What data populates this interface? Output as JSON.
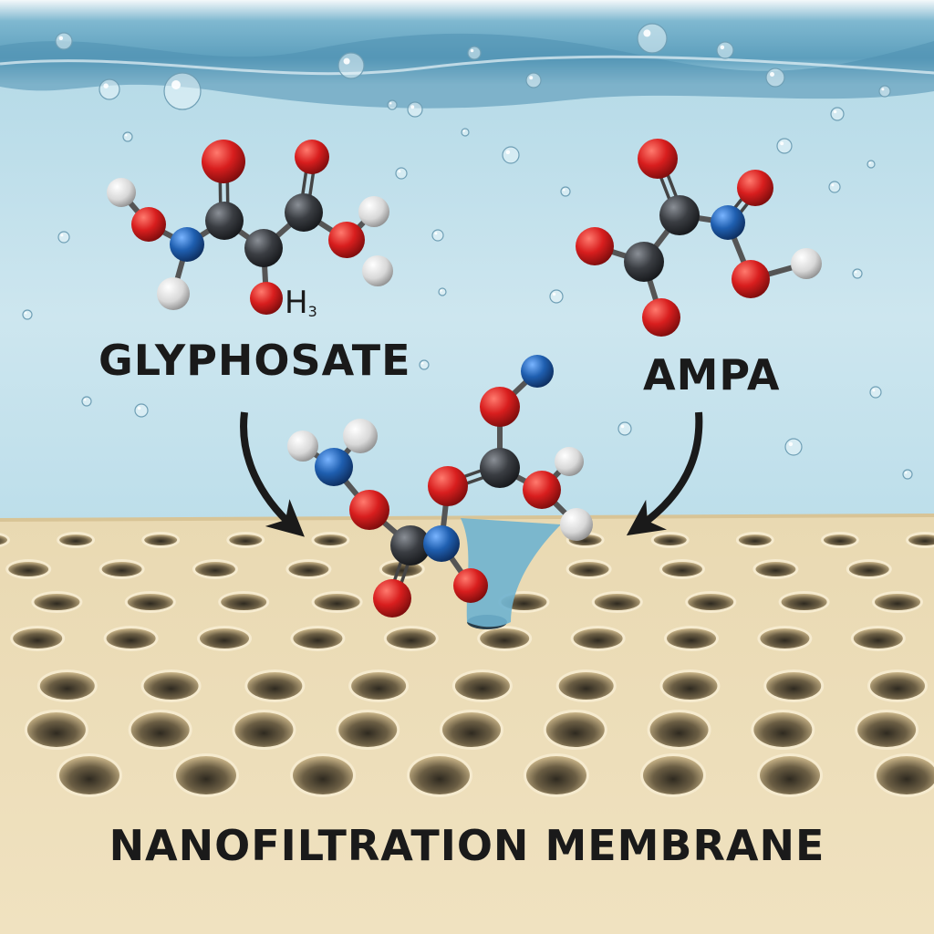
{
  "labels": {
    "glyphosate": "GLYPHOSATE",
    "ampa": "AMPA",
    "h3_symbol": "H",
    "h3_subscript": "3",
    "membrane": "NANOFILTRATION MEMBRANE"
  },
  "atom_colors": {
    "oxygen": "#d81e1e",
    "nitrogen": "#1f5fb0",
    "carbon": "#3a3d42",
    "hydrogen": "#e6e6e6"
  },
  "colors": {
    "water_top": "#eaf3f6",
    "water_mid": "#a9d3e2",
    "membrane": "#e8d6ad",
    "text": "#1a1a1a"
  },
  "icons": [
    "arrow-down-right-icon",
    "arrow-down-left-icon",
    "water-bubble-icon",
    "membrane-pore-icon"
  ]
}
